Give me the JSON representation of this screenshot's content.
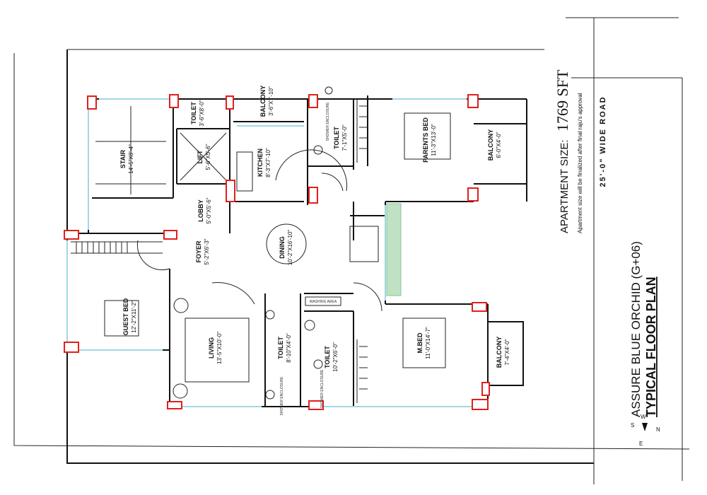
{
  "apartment": {
    "size_label": "APARTMENT SIZE:",
    "size_value": "1769 SFT",
    "note": "Apartment size will be finalized after final raju's approval"
  },
  "project": {
    "name": "ASSURE BLUE ORCHID (G+06)",
    "plan_title": "TYPICAL FLOOR PLAN"
  },
  "road_label": "25'-0\" WIDE ROAD",
  "compass": {
    "s": "S",
    "e": "E",
    "w": "W",
    "n": "N"
  },
  "rooms": {
    "stair_top": {
      "name": "STAIR",
      "dim": "14'-5\"X8'-4\""
    },
    "toilet_top": {
      "name": "TOILET",
      "dim": "3'-6\"X8'-0\""
    },
    "lift": {
      "name": "LIFT",
      "dim": "5'-6\"X5'-6\""
    },
    "lobby": {
      "name": "LOBBY",
      "dim": "5'-0\"X5'-6\""
    },
    "balcony_top": {
      "name": "BALCONY",
      "dim": "3'-6\"X7'-10\""
    },
    "kitchen": {
      "name": "KITCHEN",
      "dim": "8'-3\"X7'-10\""
    },
    "toilet_mid": {
      "name": "TOILET",
      "dim": "7'-1\"X5'-0\""
    },
    "parents_bed": {
      "name": "PARENTS BED",
      "dim": "11'-3\"X13'-0\""
    },
    "balcony_right": {
      "name": "BALCONY",
      "dim": "6'-0\"X4'-0\""
    },
    "foyer": {
      "name": "FOYER",
      "dim": "5'-2\"X6'-3\""
    },
    "dining": {
      "name": "DINING",
      "dim": "10'-2\"X16'-10\""
    },
    "guest_bed": {
      "name": "GUEST BED",
      "dim": "12'-2\"X11'-2\""
    },
    "living": {
      "name": "LIVING",
      "dim": "13'-5\"X10'-0\""
    },
    "toilet_a": {
      "name": "TOILET",
      "dim": "8'-10\"X4'-0\""
    },
    "toilet_b": {
      "name": "TOILET",
      "dim": "10'-2\"X6'-0\""
    },
    "m_bed": {
      "name": "M.BED",
      "dim": "11'-0\"X14'-7\""
    },
    "balcony_bottom": {
      "name": "BALCONY",
      "dim": "7'-4\"X4'-0\""
    }
  },
  "annotations": {
    "shower_enclosure": "SHOWER ENCLOSURE",
    "washing_area": "WASHING AREA"
  }
}
